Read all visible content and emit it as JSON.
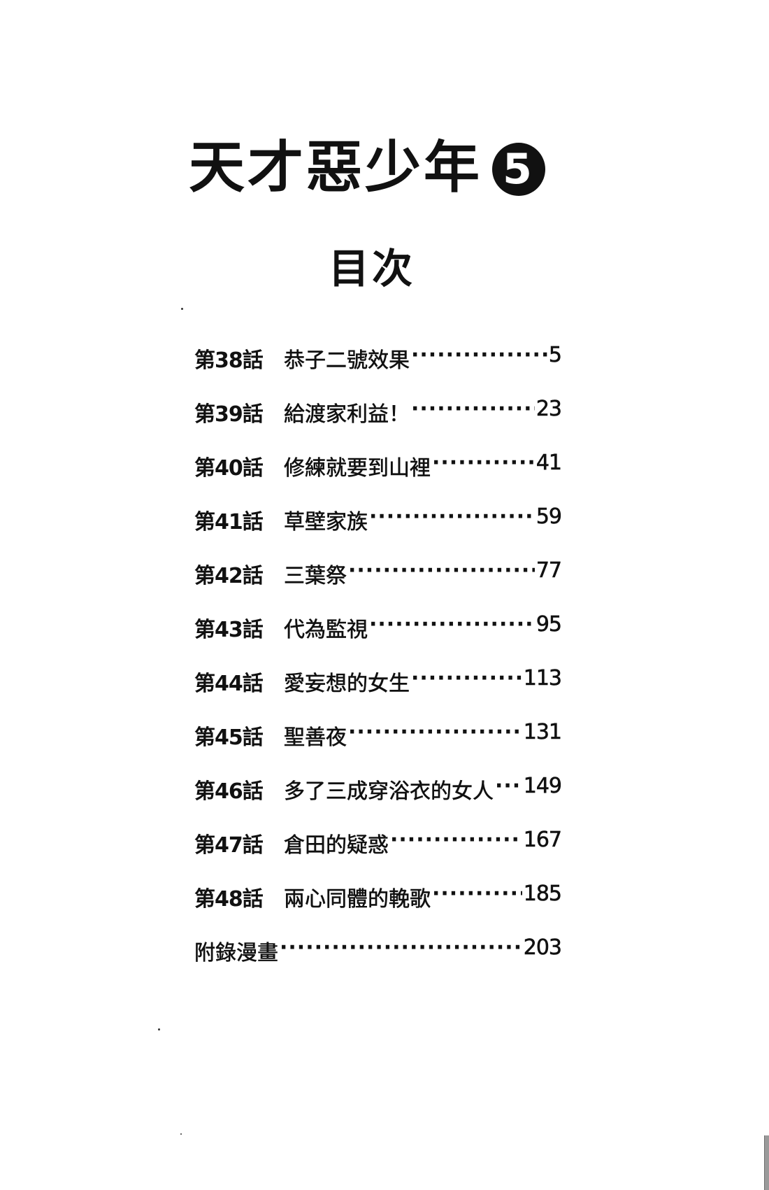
{
  "book": {
    "title": "天才惡少年",
    "volume": "5"
  },
  "page_heading": "目次",
  "toc": [
    {
      "chapter": "第38話",
      "title": "恭子二號效果",
      "page": "5"
    },
    {
      "chapter": "第39話",
      "title": "給渡家利益！",
      "page": "23"
    },
    {
      "chapter": "第40話",
      "title": "修練就要到山裡",
      "page": "41"
    },
    {
      "chapter": "第41話",
      "title": "草壁家族",
      "page": "59"
    },
    {
      "chapter": "第42話",
      "title": "三葉祭",
      "page": "77"
    },
    {
      "chapter": "第43話",
      "title": "代為監視",
      "page": "95"
    },
    {
      "chapter": "第44話",
      "title": "愛妄想的女生",
      "page": "113"
    },
    {
      "chapter": "第45話",
      "title": "聖善夜",
      "page": "131"
    },
    {
      "chapter": "第46話",
      "title": "多了三成穿浴衣的女人",
      "page": "149"
    },
    {
      "chapter": "第47話",
      "title": "倉田的疑惑",
      "page": "167"
    },
    {
      "chapter": "第48話",
      "title": "兩心同體的輓歌",
      "page": "185"
    },
    {
      "chapter": "",
      "title": "附錄漫畫",
      "page": "203"
    }
  ]
}
